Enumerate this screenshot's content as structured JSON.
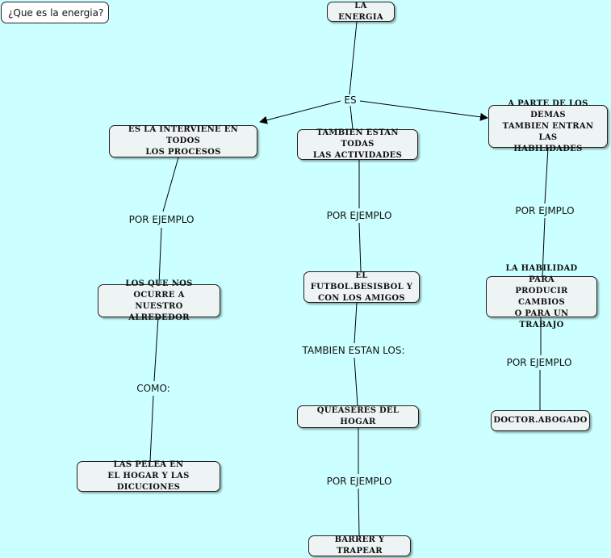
{
  "map_title": "¿Que es la energia?",
  "nodes": {
    "energia": "LA ENERGIA",
    "interviene": "ES LA INTERVIENE EN TODOS\nLOS PROCESOS",
    "actividades": "TAMBIEN ESTAN TODAS\nLAS ACTIVIDADES",
    "habilidades": "A PARTE DE LOS DEMAS\nTAMBIEN ENTRAN LAS\nHABILIDADES",
    "ocurre": "LOS QUE NOS OCURRE A\nNUESTRO ALREDEDOR",
    "futbol": "EL FUTBOL.BESISBOL Y\nCON LOS AMIGOS",
    "habilidad_trabajo": "LA HABILIDAD PARA \nPRODUCIR CAMBIOS\nO PARA UN TRABAJO",
    "pelea": "LAS PELEA EN\nEL HOGAR Y LAS DICUCIONES",
    "queaseres": "QUEASERES DEL HOGAR",
    "doctor": "DOCTOR.ABOGADO",
    "barrer": "BARRER Y TRAPEAR"
  },
  "link_labels": {
    "es": "ES",
    "por_ejemplo_1": "POR EJEMPLO",
    "por_ejemplo_2": "POR EJEMPLO",
    "por_ejmplo": "POR EJMPLO",
    "como": "COMO:",
    "tambien_estan_los": "TAMBIEN ESTAN LOS:",
    "por_ejemplo_3": "POR EJEMPLO",
    "por_ejemplo_4": "POR EJEMPLO"
  }
}
